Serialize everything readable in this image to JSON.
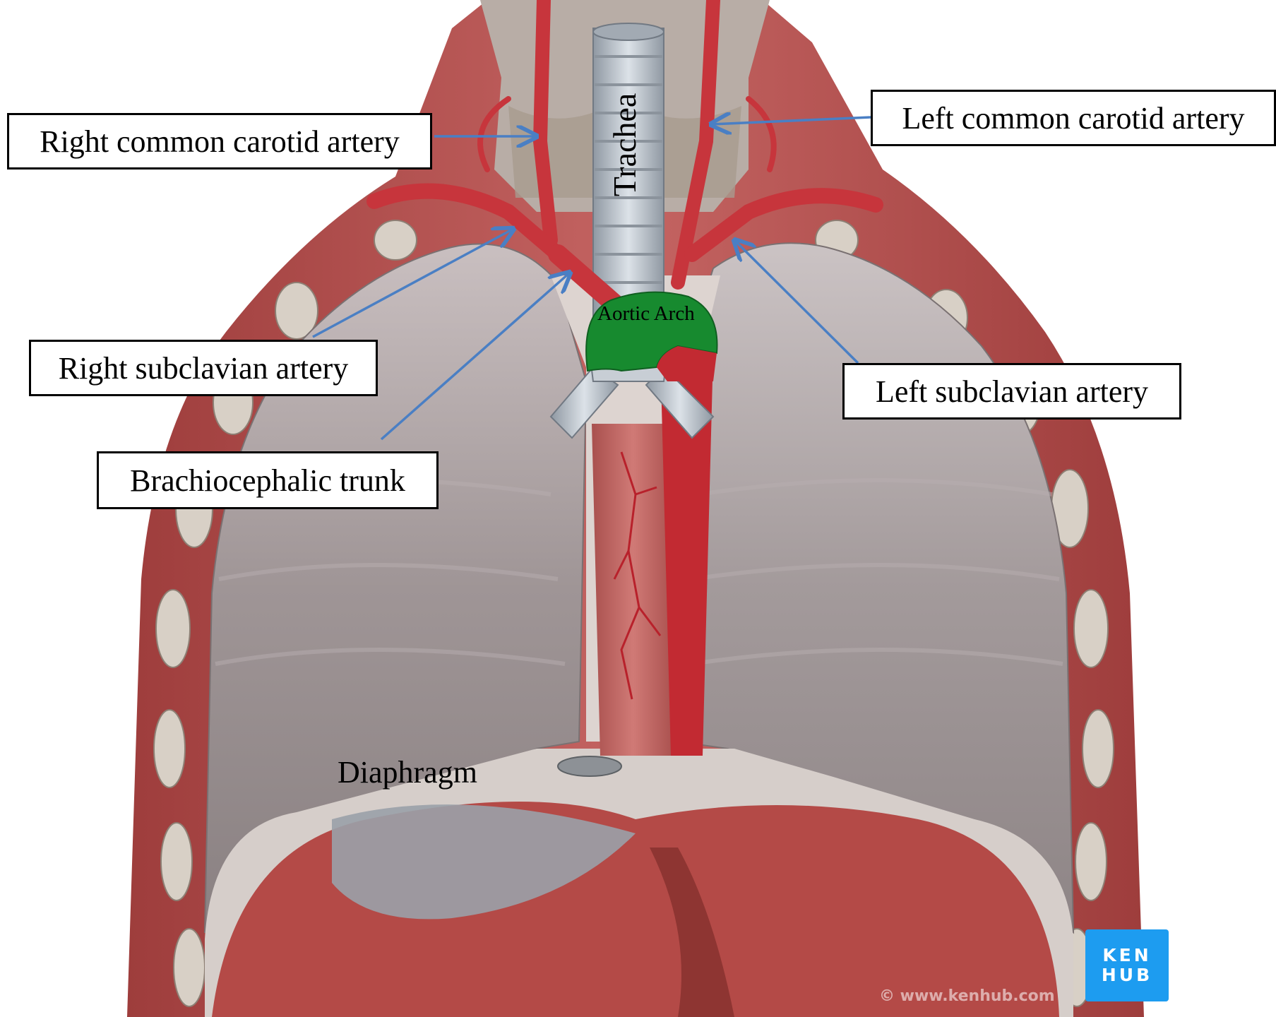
{
  "labels": {
    "right_common_carotid": "Right common carotid artery",
    "left_common_carotid": "Left common carotid artery",
    "right_subclavian": "Right subclavian artery",
    "left_subclavian": "Left subclavian artery",
    "brachiocephalic_trunk": "Brachiocephalic trunk",
    "trachea": "Trachea",
    "aortic_arch": "Aortic Arch",
    "diaphragm": "Diaphragm"
  },
  "logo": {
    "line1": "KEN",
    "line2": "HUB"
  },
  "watermark": "© www.kenhub.com",
  "colors": {
    "artery": "#c7353c",
    "aortic_arch_highlight": "#178a2f",
    "arrow": "#4a7fc4",
    "muscle": "#b5514f",
    "pleura": "#8c8384",
    "trachea": "#b9c0c8",
    "logo_bg": "#1d9cf0"
  }
}
